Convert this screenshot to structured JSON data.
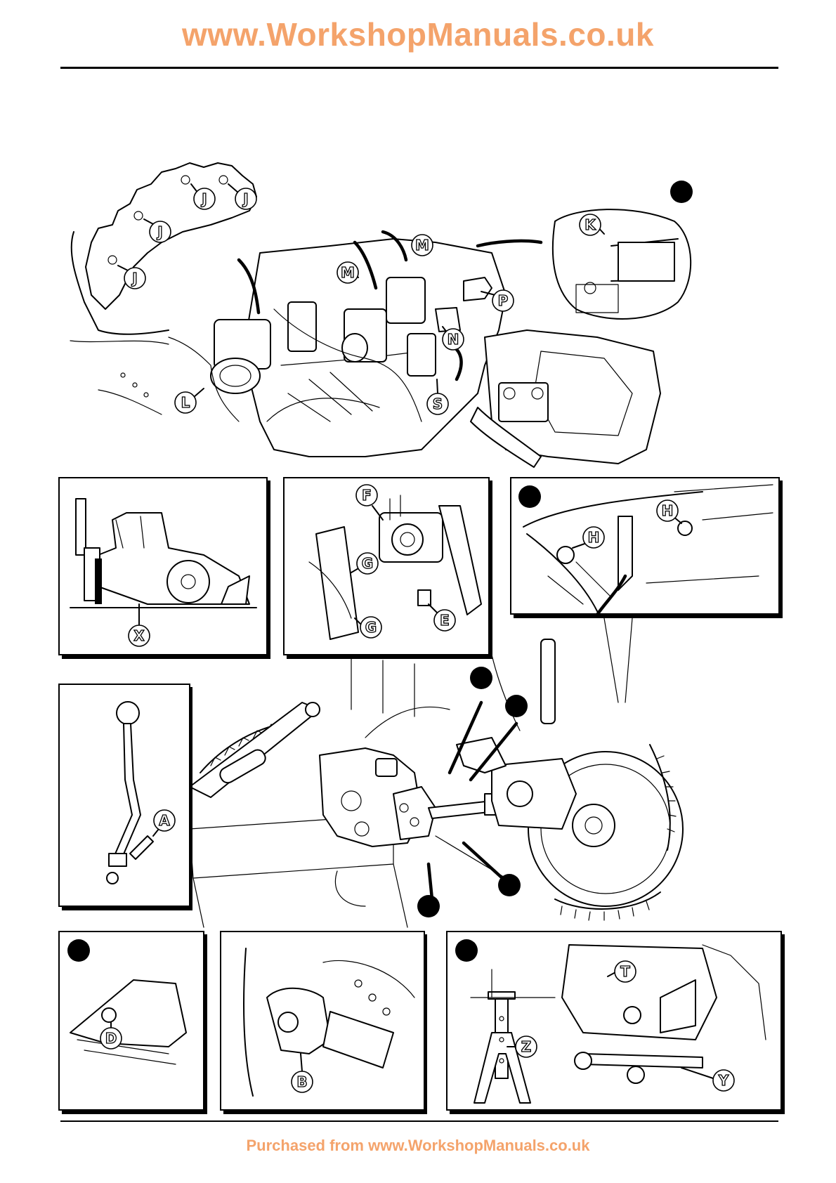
{
  "header": {
    "site": "www.WorkshopManuals.co.uk"
  },
  "footer": {
    "purchase_note": "Purchased from www.WorkshopManuals.co.uk"
  },
  "callouts": {
    "J": "J",
    "K": "K",
    "M": "M",
    "P": "P",
    "N": "N",
    "S": "S",
    "L": "L",
    "F": "F",
    "G": "G",
    "E": "E",
    "H": "H",
    "X": "X",
    "A": "A",
    "D": "D",
    "B": "B",
    "T": "T",
    "Z": "Z",
    "Y": "Y"
  },
  "colors": {
    "accent_text": "#f4a36b",
    "line": "#000000",
    "paper": "#ffffff"
  }
}
